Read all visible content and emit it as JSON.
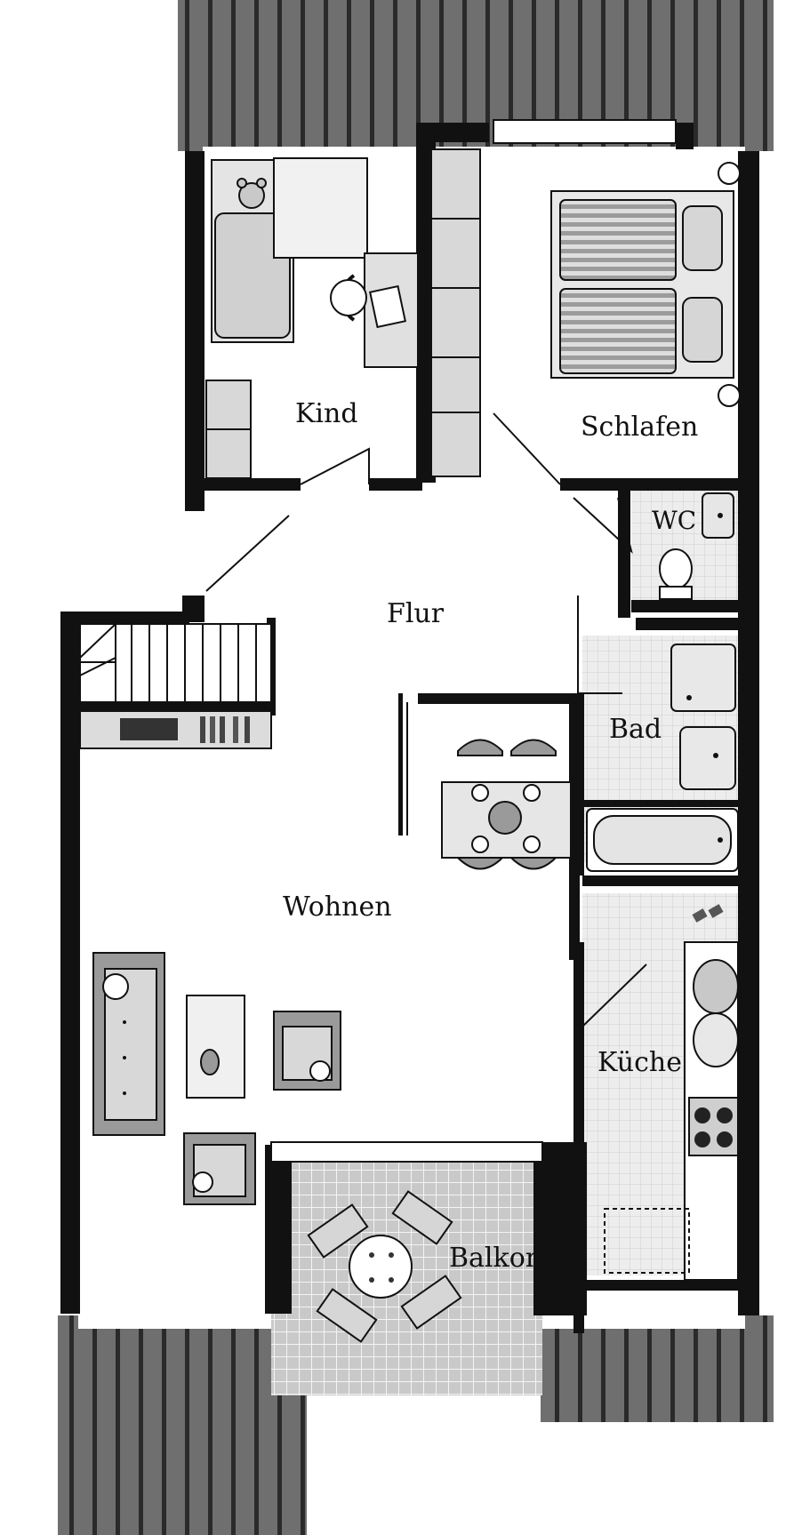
{
  "rooms": {
    "kind": "Kind",
    "schlafen": "Schlafen",
    "wc": "WC",
    "flur": "Flur",
    "bad": "Bad",
    "wohnen": "Wohnen",
    "kueche": "Küche",
    "balkon": "Balkon"
  },
  "colors": {
    "wall": "#111111",
    "roof": "#6f6f6f",
    "roof_line": "#2a2a2a",
    "tile": "#e6e6e6",
    "furniture": "#d4d4d4",
    "furniture_dark": "#9a9a9a",
    "floor": "#ffffff"
  },
  "icons": [
    "bed-icon",
    "teddy-icon",
    "desk-icon",
    "wardrobe-icon",
    "toilet-icon",
    "sink-icon",
    "bathtub-icon",
    "stairs-icon",
    "sofa-icon",
    "armchair-icon",
    "coffee-table-icon",
    "dining-table-icon",
    "stove-icon",
    "kitchen-sink-icon",
    "balcony-table-icon"
  ]
}
